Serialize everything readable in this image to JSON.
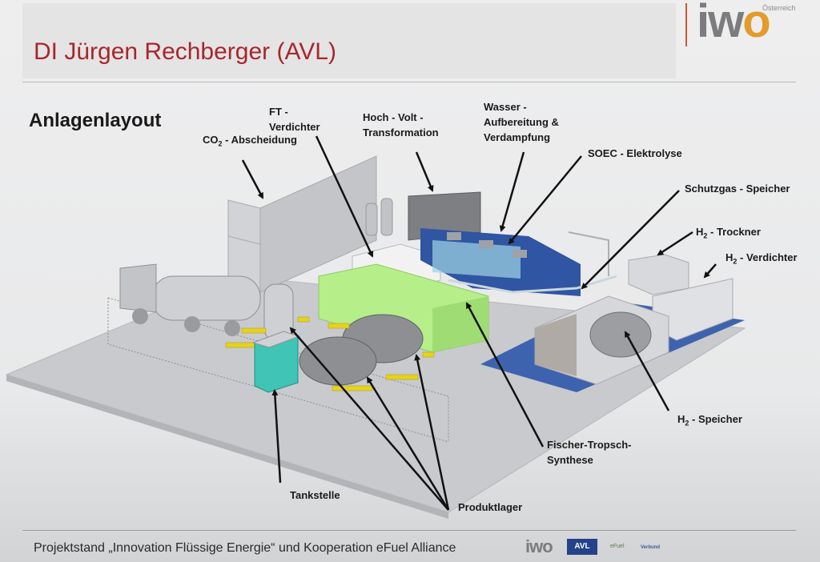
{
  "slide": {
    "title": "DI Jürgen Rechberger (AVL)",
    "subheading": "Anlagenlayout",
    "brand": {
      "logo_text_main": "iw",
      "logo_text_o": "o",
      "region": "Österreich"
    },
    "labels": {
      "co2_main": "CO",
      "co2_sub": "2",
      "co2_rest": " - Abscheidung",
      "ft_line1": "FT -",
      "ft_line2": "Verdichter",
      "hv_line1": "Hoch - Volt -",
      "hv_line2": "Transformation",
      "water_line1": "Wasser -",
      "water_line2": "Aufbereitung &",
      "water_line3": "Verdampfung",
      "soec": "SOEC - Elektrolyse",
      "protective_gas": "Schutzgas - Speicher",
      "h2_dryer_main": "H",
      "h2_dryer_sub": "2",
      "h2_dryer_rest": " - Trockner",
      "h2_comp_main": "H",
      "h2_comp_sub": "2",
      "h2_comp_rest": " - Verdichter",
      "h2_storage_main": "H",
      "h2_storage_sub": "2",
      "h2_storage_rest": " - Speicher",
      "ft_synth_line1": "Fischer-Tropsch-",
      "ft_synth_line2": "Synthese",
      "fuel_station": "Tankstelle",
      "product_storage": "Produktlager"
    },
    "footer": {
      "text": "Projektstand „Innovation Flüssige Energie“ und Kooperation eFuel Alliance",
      "logo_iwo": "iwo",
      "logo_avl": "AVL",
      "logo_efuel": "eFuel",
      "logo_verbund": "Verbund"
    }
  },
  "colors": {
    "title_red": "#a8262b",
    "brand_orange": "#e49b2c",
    "ft_green": "#b6ee8a",
    "soec_blue": "#2f55a3"
  }
}
